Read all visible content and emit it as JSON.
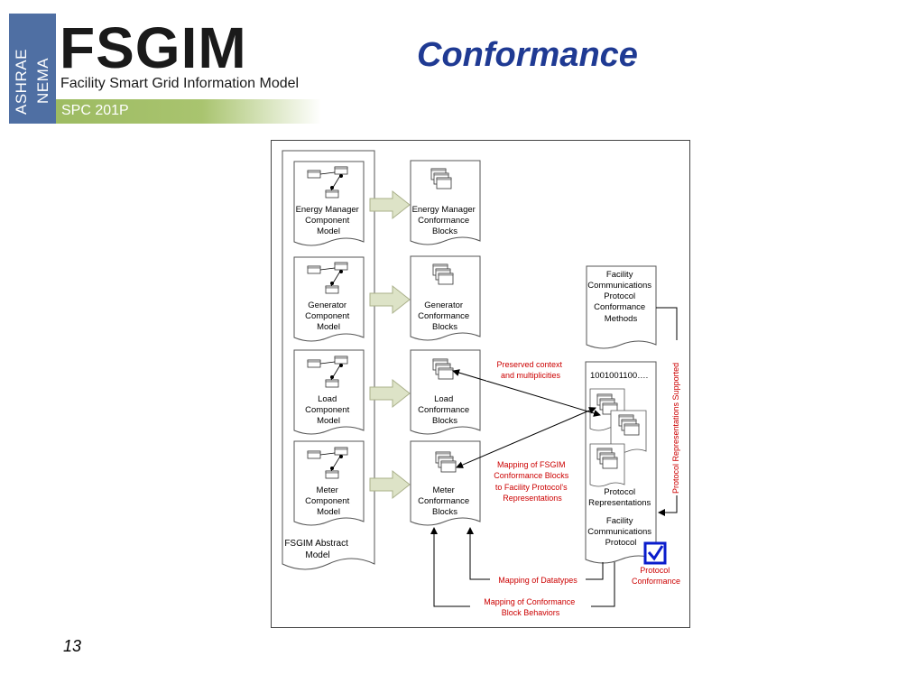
{
  "logo": {
    "ashrae": "ASHRAE",
    "nema": "NEMA",
    "main": "FSGIM",
    "subtitle": "Facility Smart Grid Information Model",
    "spc": "SPC 201P"
  },
  "page_title": "Conformance",
  "slide_number": "13",
  "diagram": {
    "component_models": [
      [
        "Energy Manager",
        "Component",
        "Model"
      ],
      [
        "Generator",
        "Component",
        "Model"
      ],
      [
        "Load",
        "Component",
        "Model"
      ],
      [
        "Meter",
        "Component",
        "Model"
      ]
    ],
    "conformance_blocks": [
      [
        "Energy Manager",
        "Conformance",
        "Blocks"
      ],
      [
        "Generator",
        "Conformance",
        "Blocks"
      ],
      [
        "Load",
        "Conformance",
        "Blocks"
      ],
      [
        "Meter",
        "Conformance",
        "Blocks"
      ]
    ],
    "abstract_model": [
      "FSGIM Abstract",
      "Model"
    ],
    "methods_doc": [
      "Facility",
      "Communications",
      "Protocol",
      "Conformance",
      "Methods"
    ],
    "binary": "1001001100….",
    "protocol_representations": [
      "Protocol",
      "Representations"
    ],
    "protocol_doc": [
      "Facility",
      "Communications",
      "Protocol"
    ],
    "protocol_conformance": [
      "Protocol",
      "Conformance"
    ],
    "preserved_context": [
      "Preserved context",
      "and multiplicities"
    ],
    "mapping_blocks": [
      "Mapping of FSGIM",
      "Conformance Blocks",
      "to Facility Protocol's",
      "Representations"
    ],
    "mapping_datatypes": "Mapping of Datatypes",
    "mapping_behaviors": [
      "Mapping of Conformance",
      "Block Behaviors"
    ],
    "representations_supported": "Protocol Representations Supported"
  },
  "colors": {
    "title_blue": "#1f3a93",
    "band_blue": "#4f6fa3",
    "band_green": "#9dbb62",
    "annotation_red": "#cc0000",
    "check_blue": "#0a1ccc",
    "arrow_fill": "#dde3c7"
  }
}
